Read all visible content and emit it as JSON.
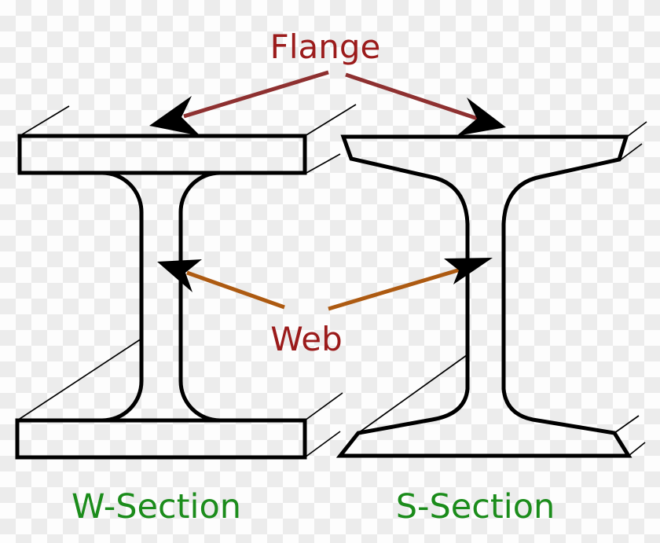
{
  "labels": {
    "flange": "Flange",
    "web": "Web",
    "w_section": "W-Section",
    "s_section": "S-Section"
  },
  "colors": {
    "callout_text_red": "#9b1b1b",
    "flange_leader_maroon": "#8e3030",
    "web_leader_orange": "#ad5a11",
    "arrowhead_black": "#000000",
    "beam_outline_black": "#000000",
    "section_text_green": "#1b8c1b",
    "checker_light": "#fdfdfd",
    "checker_gray": "#ececec"
  }
}
